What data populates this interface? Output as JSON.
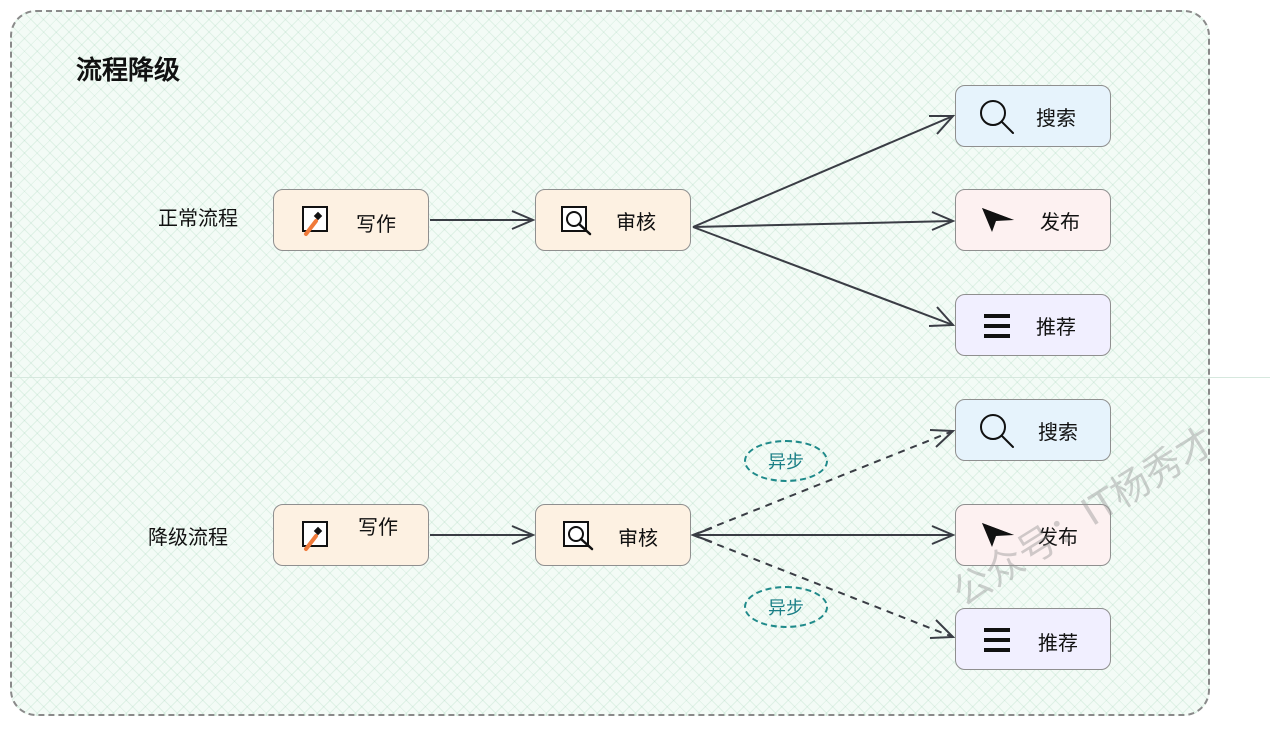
{
  "title": "流程降级",
  "rows": {
    "normal": {
      "label": "正常流程",
      "write": "写作",
      "review": "审核",
      "search": "搜索",
      "publish": "发布",
      "recommend": "推荐"
    },
    "degraded": {
      "label": "降级流程",
      "write": "写作",
      "review": "审核",
      "search": "搜索",
      "publish": "发布",
      "recommend": "推荐",
      "async_top": "异步",
      "async_bottom": "异步"
    }
  },
  "watermark": "公众号：IT杨秀才",
  "colors": {
    "write_review_fill": "#fdf1e2",
    "search_fill": "#e6f3fc",
    "publish_fill": "#fdf1f1",
    "recommend_fill": "#f1efff",
    "async_color": "#1f8a8a",
    "arrow_color": "#3a3d45"
  },
  "icons": {
    "write": "edit-pencil-icon",
    "review": "magnifier-box-icon",
    "search": "search-icon",
    "publish": "send-icon",
    "recommend": "list-icon"
  }
}
